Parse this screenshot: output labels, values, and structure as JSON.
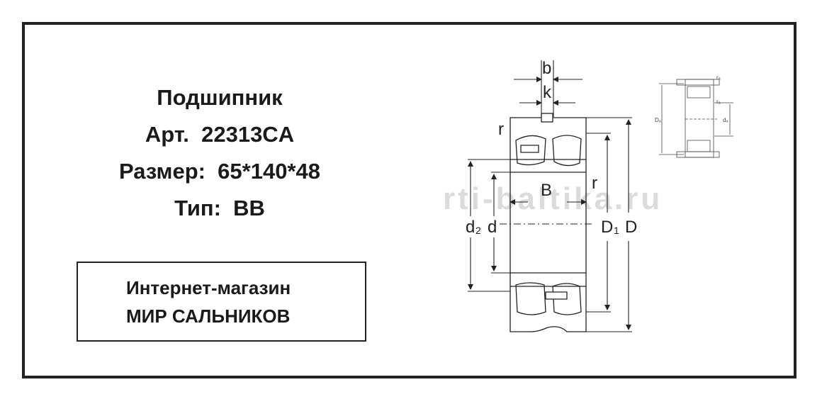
{
  "product": {
    "title": "Подшипник",
    "article": "Арт.  22313CA",
    "size": "Размер:  65*140*48",
    "type": "Тип:  BB"
  },
  "shop": {
    "line1": "Интернет-магазин",
    "line2": "МИР САЛЬНИКОВ"
  },
  "watermark": "rti-baltika.ru",
  "drawing": {
    "labels": {
      "b": "b",
      "k": "k",
      "r_top": "r",
      "r_right": "r",
      "B": "B",
      "d2": "d",
      "d2_sub": "2",
      "d": "d",
      "D1": "D",
      "D1_sub": "1",
      "D": "D"
    },
    "mini_labels": {
      "ra1": "rₐ",
      "ra2": "rₐ",
      "Da": "Dₐ",
      "da": "dₐ"
    }
  }
}
